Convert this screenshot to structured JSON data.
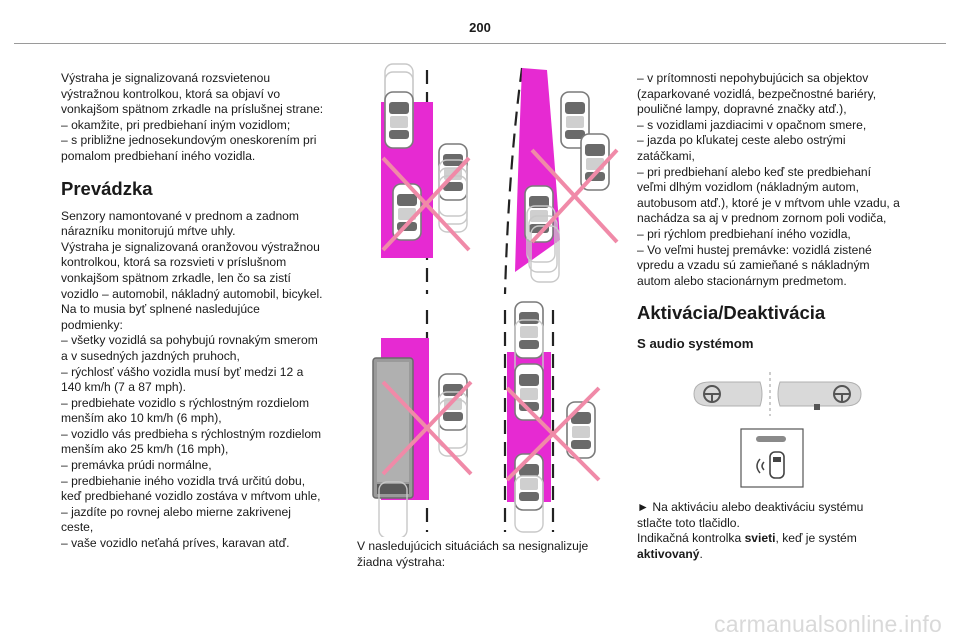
{
  "page_number": "200",
  "left_column": {
    "intro_lines": [
      "Výstraha je signalizovaná rozsvietenou",
      "výstražnou kontrolkou, ktorá sa objaví vo",
      "vonkajšom spätnom zrkadle na príslušnej strane:",
      "–  okamžite, pri predbiehaní iným vozidlom;",
      "–  s približne jednosekundovým oneskorením pri",
      "pomalom predbiehaní iného vozidla."
    ],
    "heading": "Prevádzka",
    "body_lines": [
      "Senzory namontované v prednom a zadnom",
      "nárazníku monitorujú mŕtve uhly.",
      "Výstraha je signalizovaná oranžovou výstražnou",
      "kontrolkou, ktorá sa rozsvieti v príslušnom",
      "vonkajšom spätnom zrkadle, len čo sa zistí",
      "vozidlo – automobil, nákladný automobil, bicykel.",
      "Na to musia byť splnené nasledujúce",
      "podmienky:",
      "–  všetky vozidlá sa pohybujú rovnakým smerom",
      "a v susedných jazdných pruhoch,",
      "–  rýchlosť vášho vozidla musí byť medzi 12 a",
      "140 km/h (7 a 87 mph).",
      "–  predbiehate vozidlo s rýchlostným rozdielom",
      "menším ako 10 km/h (6 mph),",
      "–  vozidlo vás predbieha s rýchlostným rozdielom",
      "menším ako 25 km/h (16 mph),",
      "–  premávka prúdi normálne,",
      "–  predbiehanie iného vozidla trvá určitú dobu,",
      "keď predbiehané vozidlo zostáva v mŕtvom uhle,",
      "–  jazdíte po rovnej alebo mierne zakrivenej",
      "ceste,",
      "–  vaše vozidlo neťahá príves, karavan atď."
    ]
  },
  "middle_column": {
    "caption_lines": [
      "V nasledujúcich situáciách sa nesignalizuje",
      "žiadna výstraha:"
    ]
  },
  "right_column": {
    "list_lines": [
      "–  v prítomnosti nepohybujúcich sa objektov",
      "(zaparkované vozidlá, bezpečnostné bariéry,",
      "pouličné lampy, dopravné značky atď.),",
      "–  s vozidlami jazdiacimi v opačnom smere,",
      "–  jazda po kľukatej ceste alebo ostrými",
      "zatáčkami,",
      "–  pri predbiehaní alebo keď ste predbiehaní",
      "veľmi dlhým vozidlom (nákladným autom,",
      "autobusom atď.), ktoré je v mŕtvom uhle vzadu, a",
      "nachádza sa aj v prednom zornom poli vodiča,",
      "–  pri rýchlom predbiehaní iného vozidla,",
      "–  Vo veľmi hustej premávke: vozidlá zistené",
      "vpredu a vzadu sú zamieňané s nákladným",
      "autom alebo stacionárnym predmetom."
    ],
    "heading": "Aktivácia/Deaktivácia",
    "subheading": "S audio systémom",
    "instr_line1": "►  Na aktiváciu alebo deaktiváciu systému",
    "instr_line2": "stlačte toto tlačidlo.",
    "instr_line3_pre": "Indikačná kontrolka ",
    "instr_line3_bold": "svieti",
    "instr_line3_post": ", keď je systém",
    "instr_line4_bold": "aktivovaný",
    "instr_line4_post": "."
  },
  "watermark": "carmanualsonline.info",
  "colors": {
    "zone_magenta": "#e62ad2",
    "cross": "#f08aa8",
    "car_body": "#9a9a9a",
    "car_window": "#5a5a5a",
    "rule": "#9a9a9a"
  },
  "icons": [
    "steering-wheel-icon",
    "blind-spot-car-icon"
  ]
}
